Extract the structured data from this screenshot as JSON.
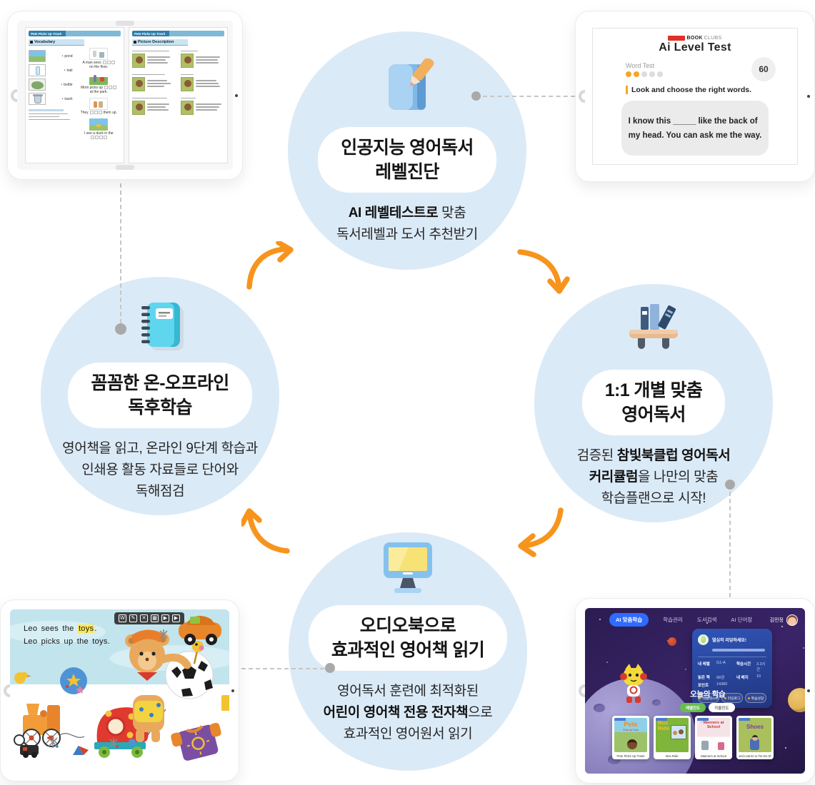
{
  "colors": {
    "circle_bg": "#DBEAF7",
    "arrow_orange": "#F7941D",
    "highlight_yellow": "#FFE95A",
    "nav_blue": "#2F6BFF"
  },
  "cycle": {
    "steps": [
      {
        "title1": "인공지능 영어독서",
        "title2": "레벨진단",
        "icon": "note-pencil-icon",
        "body": {
          "b1": "AI 레벨테스트로",
          "r1": " 맞춤",
          "r2": "독서레벨과 도서 추천받기"
        }
      },
      {
        "title1": "1:1 개별 맞춤",
        "title2": "영어독서",
        "icon": "bookshelf-icon",
        "body": {
          "r1": "검증된 ",
          "b1": "참빛북클럽 영어독서",
          "b2": "커리큘럼",
          "r2": "을 나만의 맞춤",
          "r3": "학습플랜으로 시작!"
        }
      },
      {
        "title1": "오디오북으로",
        "title2": "효과적인 영어책 읽기",
        "icon": "monitor-icon",
        "body": {
          "r1": "영어독서 훈련에 최적화된",
          "b1": "어린이 영어책 전용 전자책",
          "r2": "으로",
          "r3": "효과적인 영어원서 읽기"
        }
      },
      {
        "title1": "꼼꼼한 온-오프라인",
        "title2": "독후학습",
        "icon": "notebook-icon",
        "body": {
          "r1": "영어책을 읽고, 온라인 9단계 학습과",
          "r2": "인쇄용 활동 자료들로 단어와",
          "r3": "독해점검"
        }
      }
    ]
  },
  "worksheet": {
    "page_header": "Pete Picks Up Trash",
    "page1_section": "Vocabulary",
    "page2_section": "Picture Description",
    "match_words": [
      "pond",
      "trail",
      "bottle",
      "trash"
    ],
    "fill1a": "A man sees",
    "fill1b": "on the floor.",
    "fill2a": "Mom picks up",
    "fill2b": "at the park.",
    "fill3a": "They",
    "fill3b": "them up.",
    "fill4": "I see a duck in the"
  },
  "level_test": {
    "brand_bold": "BOOK",
    "brand_light": "CLUBS",
    "title": "Ai Level Test",
    "section": "Word Test",
    "timer": "60",
    "prompt": "Look and choose the right words.",
    "q1": "I know this _____ like the back of",
    "q2": "my head. You can ask me the way."
  },
  "ebook": {
    "line1_pre": "Leo sees the ",
    "line1_hl": "toys",
    "line1_end": ".",
    "line2": "Leo picks up the toys.",
    "toolbar": [
      {
        "name": "word-icon",
        "glyph": "W"
      },
      {
        "name": "pencil-icon",
        "glyph": "✎"
      },
      {
        "name": "expand-icon",
        "glyph": "✕"
      },
      {
        "name": "grid-icon",
        "glyph": "▦"
      },
      {
        "name": "play-icon",
        "glyph": "▶"
      },
      {
        "name": "next-page-icon",
        "glyph": "▶"
      }
    ]
  },
  "dashboard": {
    "nav": [
      {
        "label": "AI 맞춤학습"
      },
      {
        "label": "학습관리"
      },
      {
        "label": "도서검색"
      },
      {
        "label": "AI 단어장"
      }
    ],
    "user": "김민정",
    "card": {
      "title": "열심히 리딩하세요!",
      "stats": [
        {
          "label": "내 레벨",
          "value": "G1-A"
        },
        {
          "label": "학습시간",
          "value": "3.3시간"
        },
        {
          "label": "읽은 책",
          "value": "68권"
        },
        {
          "label": "내 배지",
          "value": "10"
        },
        {
          "label": "포인트",
          "value": "14380"
        }
      ],
      "buttons": [
        "레벨테스트",
        "리딩로그",
        "학습성장"
      ]
    },
    "section_title": "오늘의 학습",
    "tabs": [
      {
        "label": "레벨진도"
      },
      {
        "label": "자율진도"
      }
    ],
    "books": [
      {
        "cover": "Pete",
        "sub": "Picks Up Trash",
        "caption": "Pete Picks Up Trash"
      },
      {
        "cover": "Bus Ride",
        "caption": "Bus Ride"
      },
      {
        "cover": "Manners at School",
        "caption": "Manners at School"
      },
      {
        "cover": "Shoes",
        "caption": "Jed Learns to Tie His Shoes"
      }
    ]
  }
}
